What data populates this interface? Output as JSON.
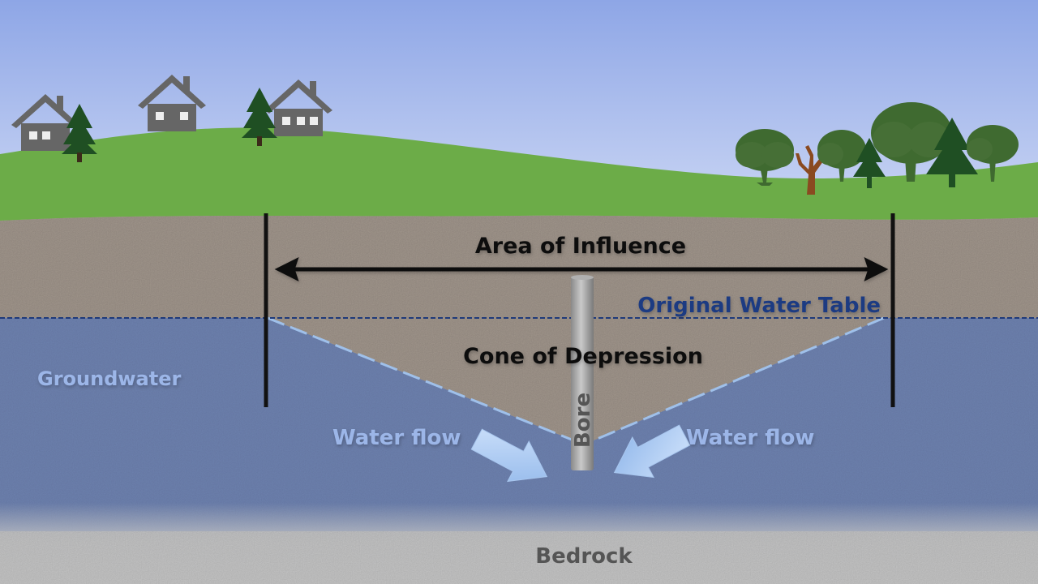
{
  "labels": {
    "area_of_influence": "Area of Influence",
    "original_water_table": "Original Water Table",
    "cone_of_depression": "Cone of Depression",
    "groundwater": "Groundwater",
    "bore": "Bore",
    "water_flow_left": "Water flow",
    "water_flow_right": "Water flow",
    "bedrock": "Bedrock"
  },
  "colors": {
    "sky_top": "#8fa8e6",
    "sky_bottom": "#d0dbf5",
    "grass": "#6cac48",
    "soil": "#a0958b",
    "groundwater": "#6d82b2",
    "bedrock": "#c8c8c8",
    "water_table_line": "#1f3a7a",
    "cone_edge": "#9fc0ea",
    "label_dark": "#111111",
    "label_blue": "#1d3a82",
    "label_light_blue": "#9cb6e8",
    "house": "#666666",
    "tree_dark": "#1f4f23",
    "tree_round": "#3f6a30",
    "dead_tree": "#8a4a20"
  },
  "icons": {
    "houses": [
      "house-icon",
      "house-icon",
      "house-icon"
    ],
    "trees": [
      "pine-tree-icon",
      "deciduous-tree-icon",
      "dead-tree-icon"
    ]
  }
}
